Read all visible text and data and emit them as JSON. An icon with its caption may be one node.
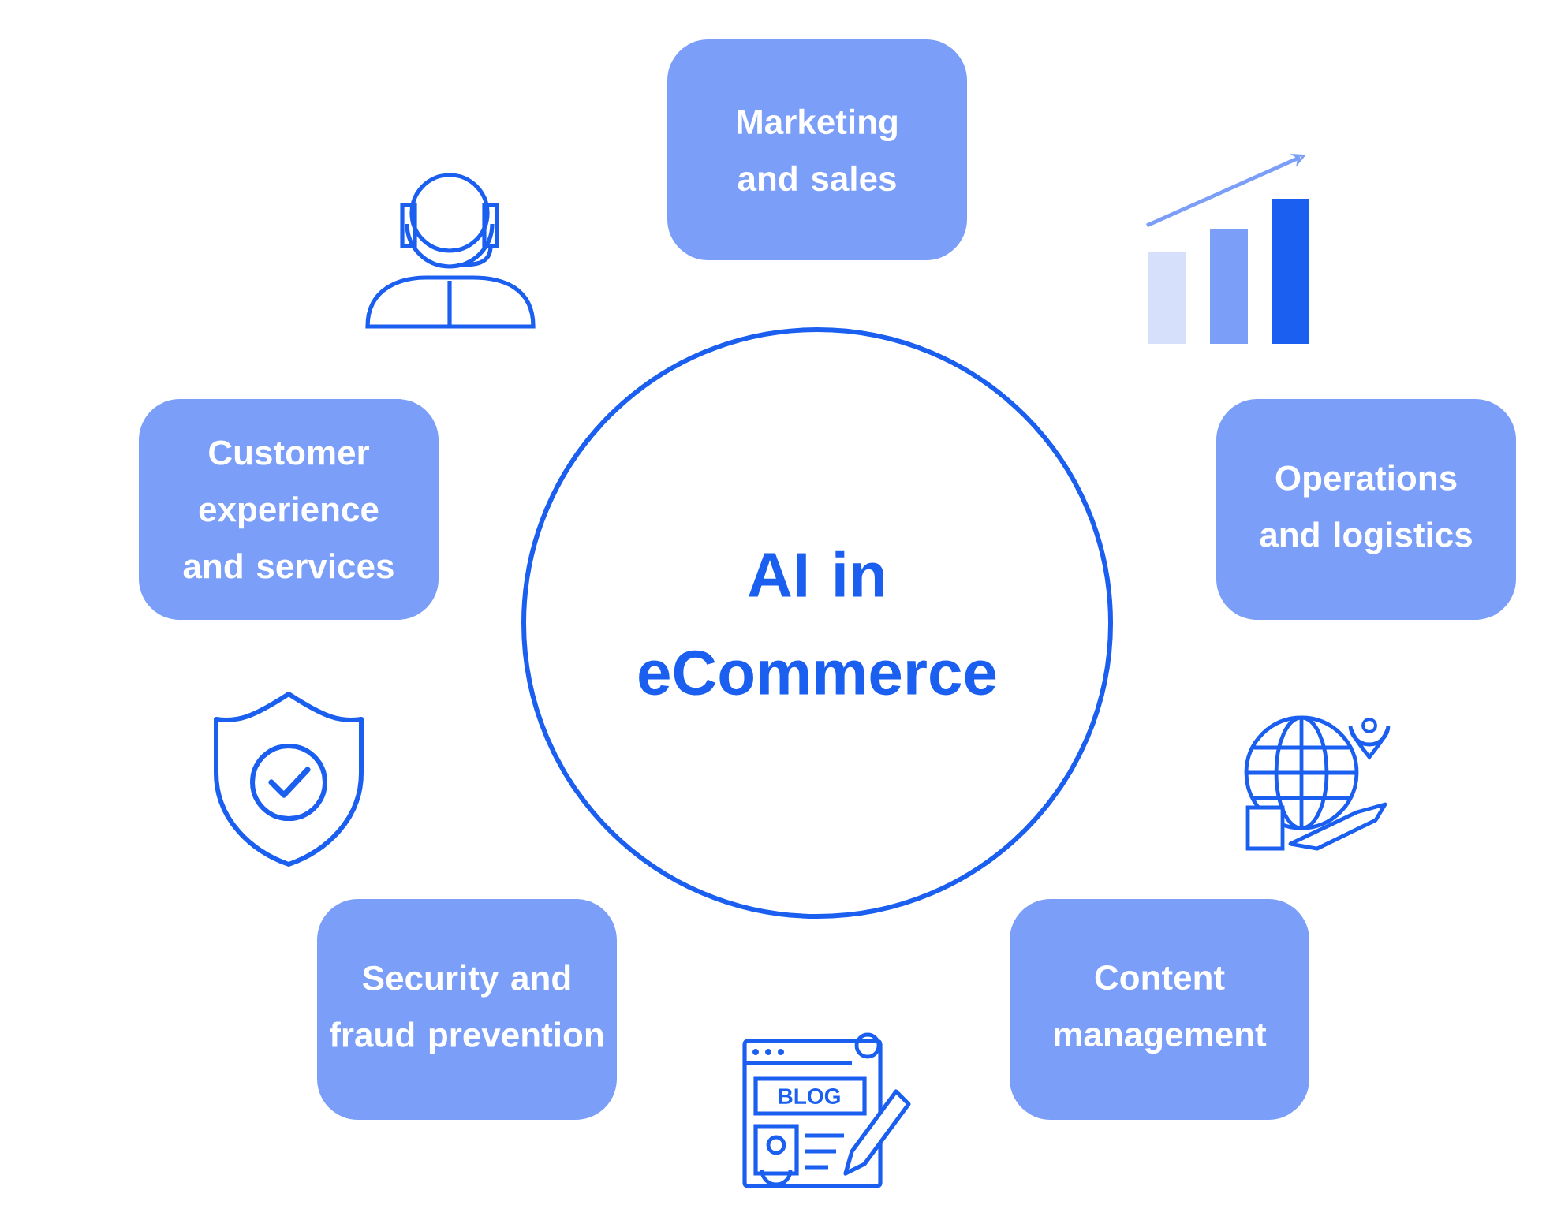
{
  "diagram": {
    "nodes": [
      {
        "text": [
          "Marketing and sales"
        ]
      },
      {
        "text": [
          "Customer experience and services"
        ]
      },
      {
        "text": [
          "AI in eCommerce"
        ]
      },
      {
        "text": [
          "Operations and logistics"
        ]
      },
      {
        "text": [
          "Security and fraud prevention"
        ]
      },
      {
        "text": [
          "Content management"
        ]
      }
    ],
    "labels": [
      "BLOG"
    ]
  }
}
